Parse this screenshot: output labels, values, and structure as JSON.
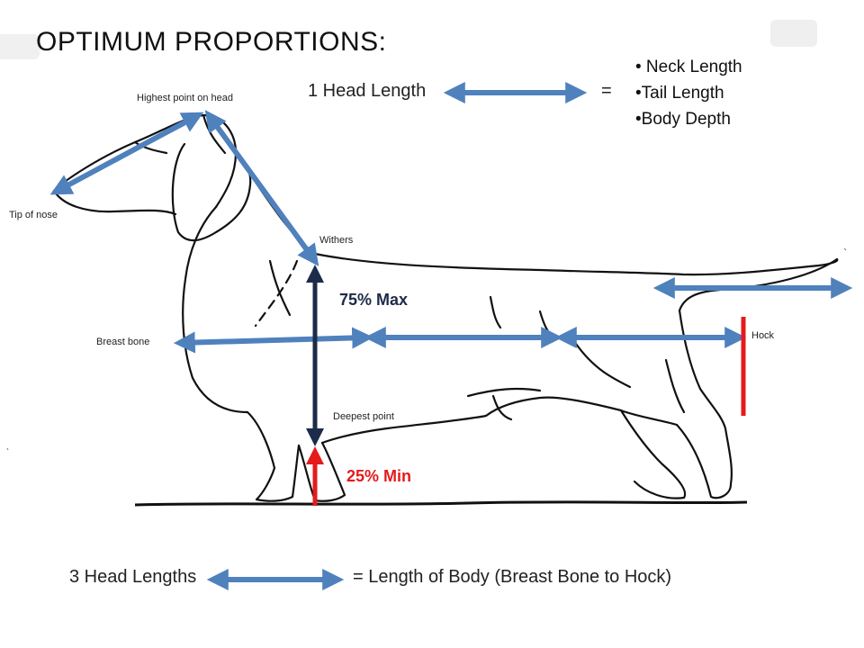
{
  "slide": {
    "title": "OPTIMUM PROPORTIONS:",
    "head_length_label": "1 Head Length",
    "equals_sign": "=",
    "equivalents": [
      "• Neck Length",
      "•Tail Length",
      "•Body Depth"
    ],
    "bottom_left_label": "3 Head Lengths",
    "bottom_right_label": "= Length of Body (Breast Bone to Hock)"
  },
  "points": {
    "head_top": "Highest point on head",
    "nose_tip": "Tip of nose",
    "withers": "Withers",
    "breast_bone": "Breast bone",
    "hock": "Hock",
    "deepest": "Deepest point"
  },
  "depth": {
    "max_label": "75% Max",
    "min_label": "25% Min"
  },
  "colors": {
    "arrow_blue": "#4f81bd",
    "depth_navy": "#1d2b4a",
    "marker_red": "#e41b1b",
    "line_black": "#111111"
  }
}
